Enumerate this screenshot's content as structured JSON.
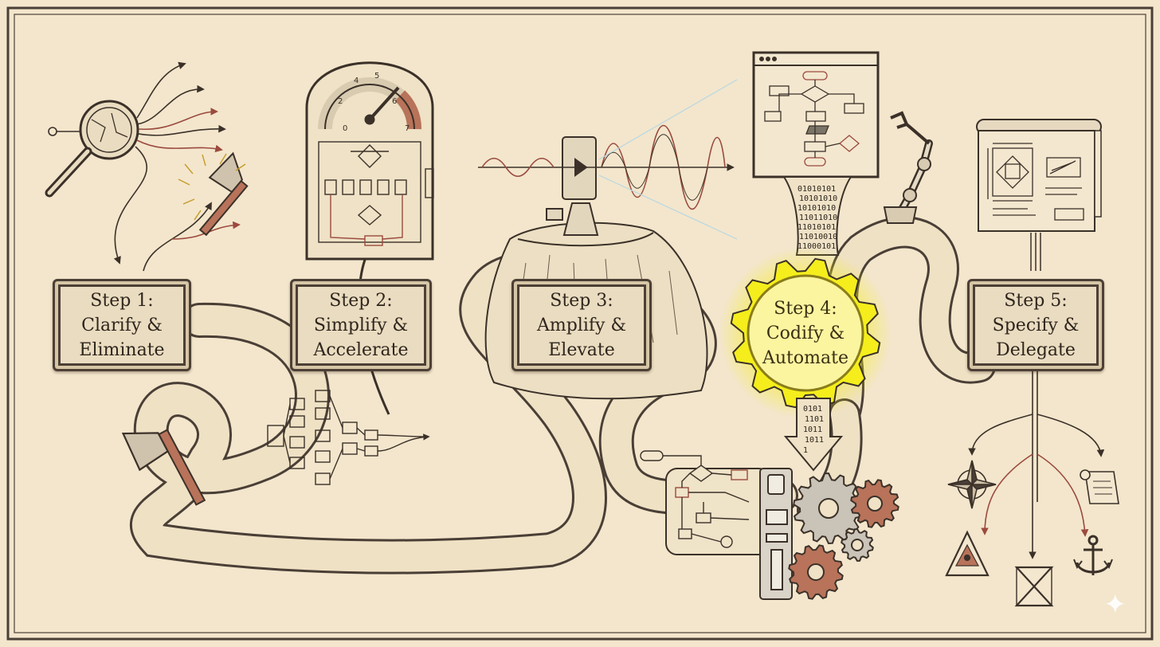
{
  "steps": [
    {
      "id": "step1",
      "lines": [
        "Step 1:",
        "Clarify &",
        "Eliminate"
      ]
    },
    {
      "id": "step2",
      "lines": [
        "Step 2:",
        "Simplify &",
        "Accelerate"
      ]
    },
    {
      "id": "step3",
      "lines": [
        "Step 3:",
        "Amplify &",
        "Elevate"
      ]
    },
    {
      "id": "step4",
      "lines": [
        "Step 4:",
        "Codify &",
        "Automate"
      ],
      "highlighted": true
    },
    {
      "id": "step5",
      "lines": [
        "Step 5:",
        "Specify &",
        "Delegate"
      ]
    }
  ],
  "gauge": {
    "ticks": [
      "0",
      "2",
      "4",
      "5",
      "6",
      "7"
    ]
  },
  "binary": {
    "upper": [
      "01010101",
      "10101010",
      "10101010",
      "11011010",
      "11010101",
      "11010010",
      "11000101"
    ],
    "lower": [
      "0101",
      "1101",
      "1011",
      "1011",
      "1"
    ]
  },
  "colors": {
    "ink": "#3b3129",
    "paper": "#f3e6cc",
    "accent_red": "#9b4a3e",
    "highlight": "#f5ee1c",
    "rust": "#b8735a"
  },
  "icons": [
    "magnifier-icon",
    "axe-icon",
    "speedometer-icon",
    "flowchart-icon",
    "amplifier-icon",
    "mesa-icon",
    "browser-window-icon",
    "robot-arm-icon",
    "gear-icon",
    "blueprint-easel-icon",
    "compass-rose-icon",
    "scroll-icon",
    "pyramid-eye-icon",
    "hourglass-icon",
    "anchor-icon",
    "sparkle-icon"
  ]
}
